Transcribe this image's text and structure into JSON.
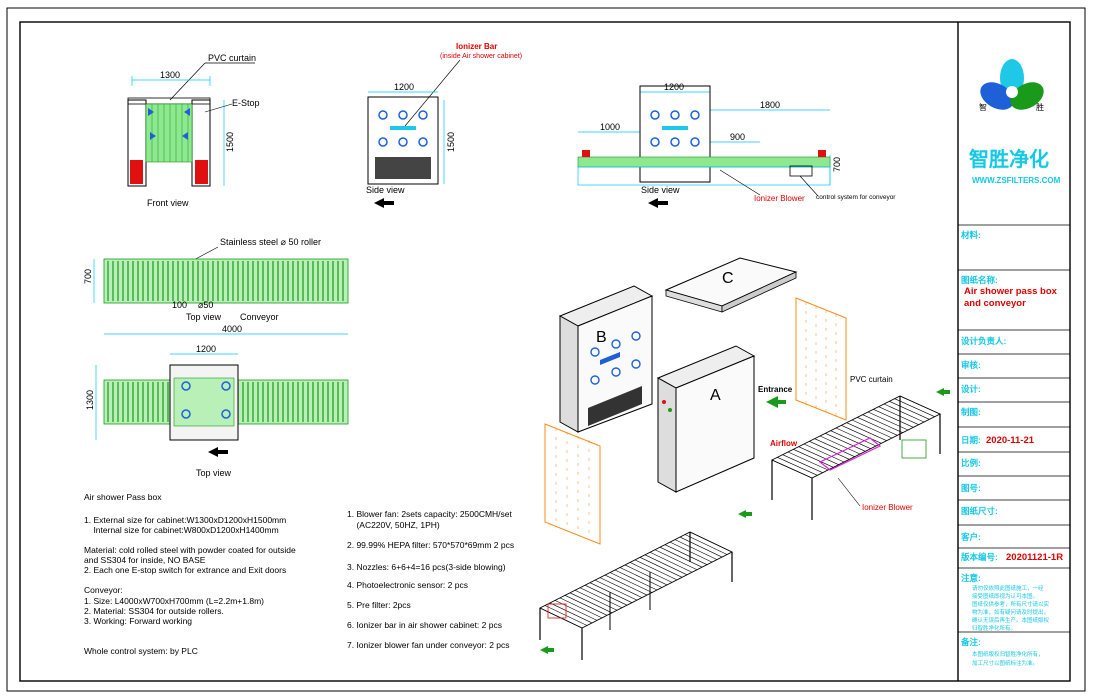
{
  "company": {
    "name_cn": "智胜净化",
    "website": "WWW.ZSFILTERS.COM",
    "logo_left": "智",
    "logo_right": "胜"
  },
  "front_view": {
    "title": "Front view",
    "width": "1300",
    "height": "1500",
    "label_curtain": "PVC curtain",
    "label_estop": "E-Stop"
  },
  "side_view_1": {
    "title": "Side view",
    "width": "1200",
    "height": "1500",
    "ionizer_label": "Ionizer Bar",
    "ionizer_sub": "(inside Air shower cabinet)"
  },
  "side_view_2": {
    "title": "Side view",
    "dim_1200": "1200",
    "dim_1800": "1800",
    "dim_1000": "1000",
    "dim_900": "900",
    "dim_700": "700",
    "label_blower": "Ionizer Blower",
    "label_control": "control system for conveyor"
  },
  "top_view_conveyor": {
    "title": "Top view",
    "subtitle": "Conveyor",
    "roller_label": "Stainless steel ⌀ 50 roller",
    "dim_700": "700",
    "dim_100": "100",
    "dim_50": "⌀50",
    "dim_4000": "4000"
  },
  "top_view": {
    "title": "Top view",
    "dim_1200": "1200",
    "dim_1300": "1300"
  },
  "iso": {
    "label_a": "A",
    "label_b": "B",
    "label_c": "C",
    "entrance": "Entrance",
    "pvc": "PVC curtain",
    "airflow": "Airflow",
    "blower": "Ionizer Blower"
  },
  "spec_left": {
    "heading": "Air shower Pass box",
    "lines": [
      "1. External size for cabinet:W1300xD1200xH1500mm",
      "    Internal size for cabinet:W800xD1200xH1400mm",
      "",
      "Material: cold rolled steel with powder coated  for outside",
      "and SS304 for inside, NO BASE",
      "2. Each one  E-stop switch for extrance and Exit doors",
      "",
      "Conveyor:",
      "1. Size: L4000xW700xH700mm  (L=2.2m+1.8m)",
      "2. Material: SS304 for outside rollers.",
      "3. Working: Forward  working"
    ],
    "footer": "Whole control system: by PLC"
  },
  "spec_right": [
    "1. Blower fan: 2sets  capacity: 2500CMH/set",
    "    (AC220V, 50HZ, 1PH)",
    "2. 99.99% HEPA filter: 570*570*69mm 2 pcs",
    "3. Nozzles: 6+6+4=16 pcs(3-side blowing)",
    "4. Photoelectronic sensor: 2 pcs",
    "5. Pre filter: 2pcs",
    "6. Ionizer bar in air shower cabinet: 2 pcs",
    "7. Ionizer blower fan under conveyor: 2 pcs"
  ],
  "title_block": {
    "material": "材料:",
    "drawing_name_key": "图纸名称:",
    "drawing_name_1": "Air shower pass box",
    "drawing_name_2": "and conveyor",
    "designer": "设计负责人:",
    "review": "审核:",
    "design": "设计:",
    "draw": "制图:",
    "date_key": "日期:",
    "date_val": "2020-11-21",
    "scale": "比例:",
    "drawing_no": "图号:",
    "size": "图纸尺寸:",
    "customer": "客户:",
    "version_key": "版本编号:",
    "version_val": "20201121-1R",
    "remark_key": "注意:",
    "remark_lines": [
      "请勿仅依照此图纸施工，一经",
      "接受图纸即视为认可本图。",
      "图纸仅供参考，所有尺寸请以实",
      "物为准，如有疑问请及时提出，",
      "确认无误后再生产。本图纸版权",
      "归智胜净化所有。"
    ],
    "remark2_key": "备注:",
    "remark2_lines": [
      "本图纸版权归智胜净化所有，",
      "加工尺寸以图纸标注为准。"
    ]
  }
}
